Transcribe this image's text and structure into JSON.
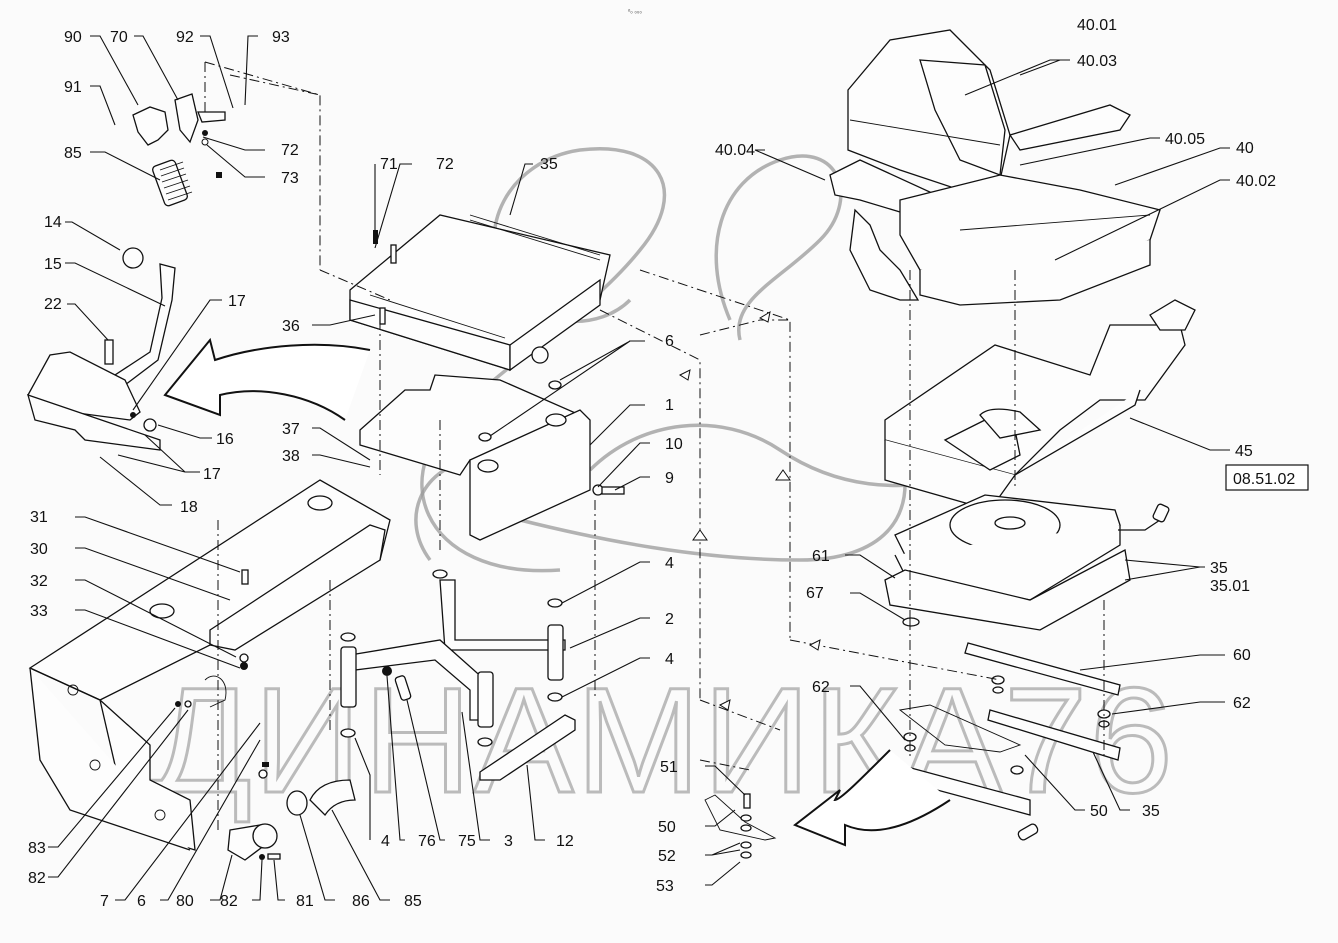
{
  "header": {
    "tiny_mark": "ᵒ₀ ₀₀₀"
  },
  "reference_code": "08.51.02",
  "watermark": {
    "text": "ДИНАМИКА76",
    "logo": "swirl-logo"
  },
  "labels": {
    "l90": "90",
    "l70": "70",
    "l92": "92",
    "l93": "93",
    "l91": "91",
    "l72a": "72",
    "l73": "73",
    "l85a": "85",
    "l14": "14",
    "l15": "15",
    "l22": "22",
    "l17a": "17",
    "l16": "16",
    "l17b": "17",
    "l18": "18",
    "l71": "71",
    "l72b": "72",
    "l35a": "35",
    "l36": "36",
    "l37": "37",
    "l38": "38",
    "l6a": "6",
    "l1": "1",
    "l10": "10",
    "l9": "9",
    "l4a": "4",
    "l2": "2",
    "l4b": "4",
    "l31": "31",
    "l30": "30",
    "l32": "32",
    "l33": "33",
    "l83": "83",
    "l82a": "82",
    "l7": "7",
    "l6b": "6",
    "l80": "80",
    "l82b": "82",
    "l81": "81",
    "l86": "86",
    "l85b": "85",
    "l4c": "4",
    "l76": "76",
    "l75": "75",
    "l3": "3",
    "l12": "12",
    "l51": "51",
    "l50a": "50",
    "l52": "52",
    "l53": "53",
    "l4001": "40.01",
    "l4003": "40.03",
    "l4004": "40.04",
    "l4005": "40.05",
    "l40": "40",
    "l4002": "40.02",
    "l45": "45",
    "l61": "61",
    "l67": "67",
    "l35b": "35",
    "l3501": "35.01",
    "l60": "60",
    "l62a": "62",
    "l62b": "62",
    "l50b": "50",
    "l35c": "35"
  }
}
